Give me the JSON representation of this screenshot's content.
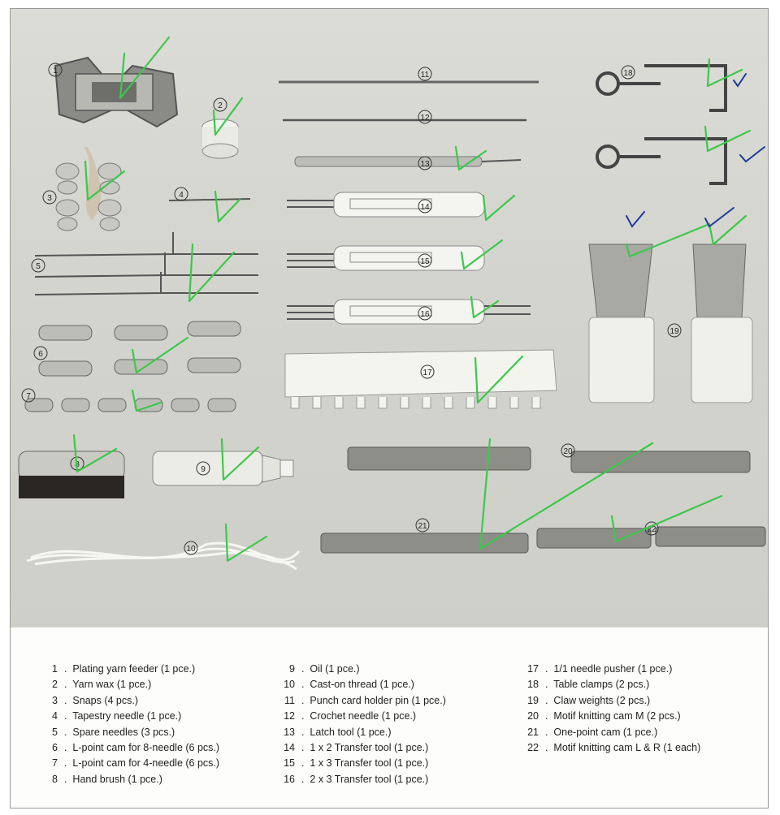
{
  "items": [
    {
      "num": "1",
      "label": "Plating yarn feeder (1 pce.)"
    },
    {
      "num": "2",
      "label": "Yarn wax (1 pce.)"
    },
    {
      "num": "3",
      "label": "Snaps (4 pcs.)"
    },
    {
      "num": "4",
      "label": "Tapestry needle (1 pce.)"
    },
    {
      "num": "5",
      "label": "Spare needles (3 pcs.)"
    },
    {
      "num": "6",
      "label": "L-point cam for 8-needle (6 pcs.)"
    },
    {
      "num": "7",
      "label": "L-point cam for 4-needle (6 pcs.)"
    },
    {
      "num": "8",
      "label": "Hand brush (1 pce.)"
    },
    {
      "num": "9",
      "label": "Oil (1 pce.)"
    },
    {
      "num": "10",
      "label": "Cast-on thread (1 pce.)"
    },
    {
      "num": "11",
      "label": "Punch card holder pin (1 pce.)"
    },
    {
      "num": "12",
      "label": "Crochet needle (1 pce.)"
    },
    {
      "num": "13",
      "label": "Latch tool (1 pce.)"
    },
    {
      "num": "14",
      "label": "1 x 2 Transfer tool (1 pce.)"
    },
    {
      "num": "15",
      "label": "1 x 3 Transfer tool (1 pce.)"
    },
    {
      "num": "16",
      "label": "2 x 3 Transfer tool (1 pce.)"
    },
    {
      "num": "17",
      "label": "1/1 needle pusher (1 pce.)"
    },
    {
      "num": "18",
      "label": "Table clamps (2 pcs.)"
    },
    {
      "num": "19",
      "label": "Claw weights (2 pcs.)"
    },
    {
      "num": "20",
      "label": "Motif knitting cam M (2 pcs.)"
    },
    {
      "num": "21",
      "label": "One-point cam (1 pce.)"
    },
    {
      "num": "22",
      "label": "Motif knitting cam L & R (1 each)"
    }
  ],
  "colors": {
    "checkmark": "#3cc84a",
    "pen": "#1e3a9a",
    "photo_bg": "#d6d6d0"
  }
}
